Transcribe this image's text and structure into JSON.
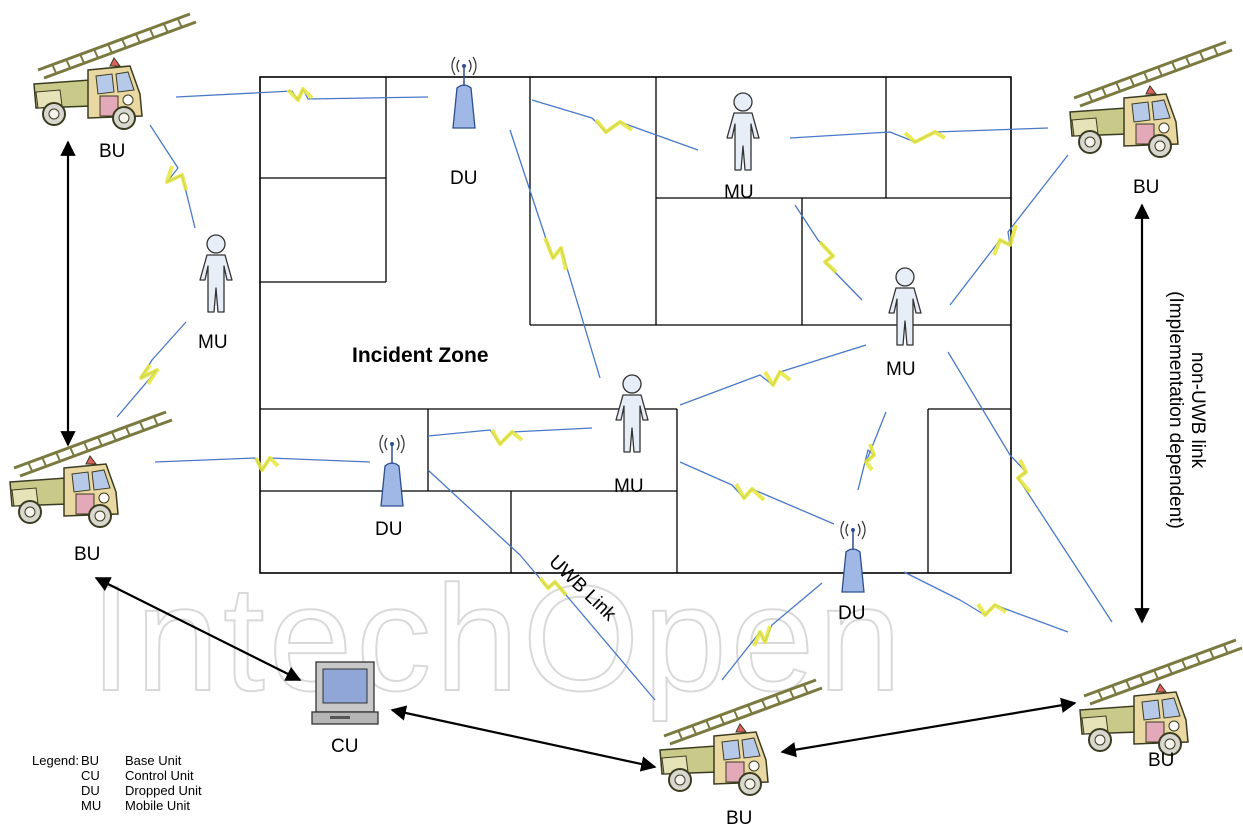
{
  "diagram": {
    "zone_label": "Incident Zone",
    "uwb_link_label": "UWB Link",
    "non_uwb_label_line1": "non-UWB link",
    "non_uwb_label_line2": "(Implementation dependent)",
    "watermark": "IntechOpen",
    "nodes": {
      "bu_top_left": "BU",
      "bu_mid_left": "BU",
      "bu_top_right": "BU",
      "bu_bottom_center": "BU",
      "bu_bottom_right": "BU",
      "cu": "CU",
      "du_top": "DU",
      "du_left": "DU",
      "du_right": "DU",
      "mu_outside": "MU",
      "mu_top_room": "MU",
      "mu_right": "MU",
      "mu_center": "MU"
    }
  },
  "legend": {
    "title": "Legend:",
    "items": [
      {
        "code": "BU",
        "meaning": "Base Unit"
      },
      {
        "code": "CU",
        "meaning": "Control Unit"
      },
      {
        "code": "DU",
        "meaning": "Dropped Unit"
      },
      {
        "code": "MU",
        "meaning": "Mobile Unit"
      }
    ]
  },
  "colors": {
    "link_blue": "#4a78c8",
    "bolt_yellow": "#f2f23a",
    "truck_body": "#c9c98a",
    "truck_cab": "#ead8a2",
    "ladder": "#7a7a40",
    "person_fill": "#e8eef8",
    "du_fill": "#9fb8e6"
  }
}
